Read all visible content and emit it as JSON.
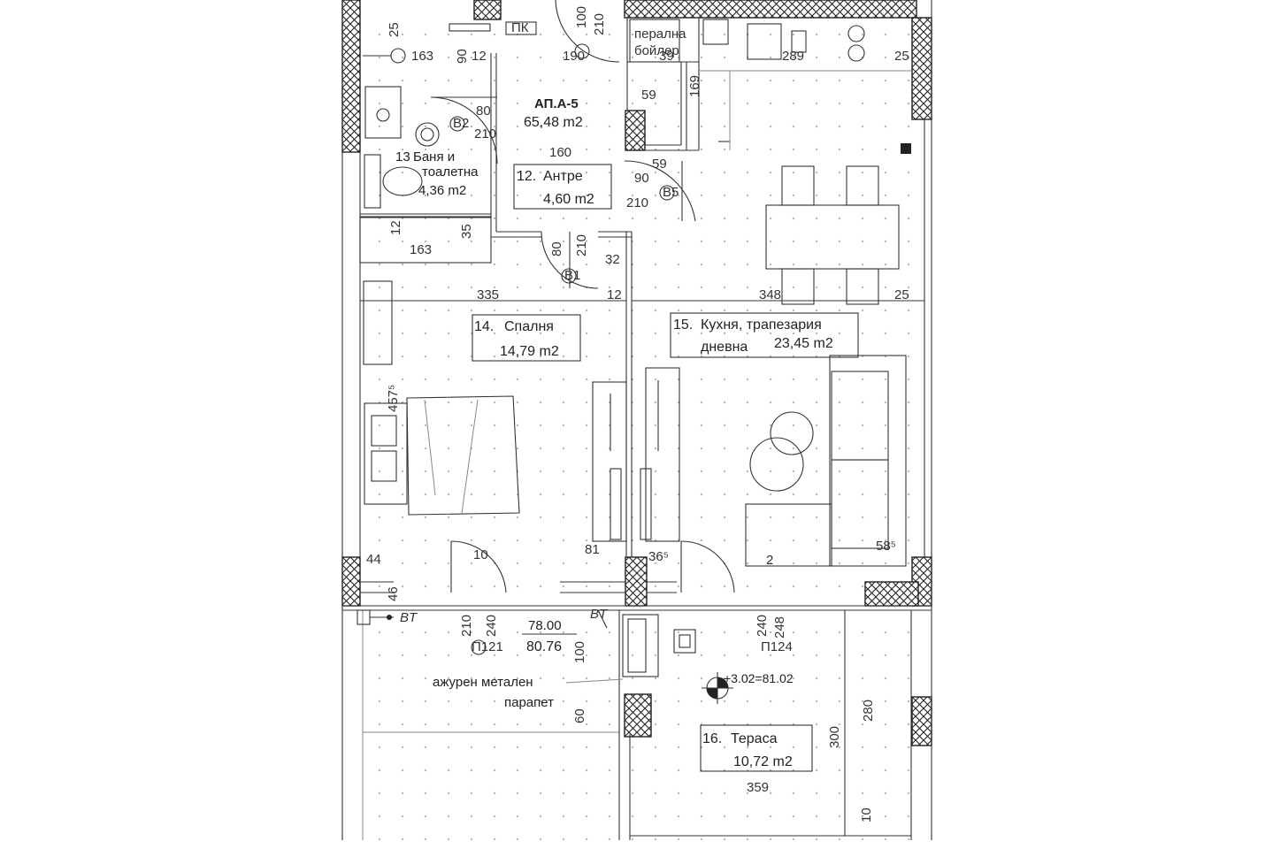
{
  "apartment": {
    "id": "АП.А-5",
    "area": "65,48 m2"
  },
  "rooms": {
    "bath": {
      "num": "13",
      "line1": "Баня и",
      "line2": "тоалетна",
      "area": "4,36 m2"
    },
    "hall": {
      "num": "12.",
      "name": "Антре",
      "area": "4,60 m2"
    },
    "bedroom": {
      "num": "14.",
      "name": "Спалня",
      "area": "14,79 m2"
    },
    "living": {
      "num": "15.",
      "line1": "Кухня, трапезария",
      "line2": "дневна",
      "area": "23,45 m2"
    },
    "terrace": {
      "num": "16.",
      "name": "Тераса",
      "area": "10,72 m2"
    }
  },
  "dimensions": {
    "d1": "25",
    "d2": "163",
    "d3": "90",
    "d4": "12",
    "d5": "100",
    "d6": "210",
    "d7": "190",
    "d8": "39",
    "d9": "289",
    "d10": "25",
    "d11": "59",
    "d12": "169",
    "d13": "80",
    "d14": "210",
    "d15": "160",
    "d16": "59",
    "d17": "90",
    "d18": "210",
    "d19": "12",
    "d20": "35",
    "d21": "163",
    "d22": "80",
    "d23": "210",
    "d24": "32",
    "d25": "12",
    "d26": "335",
    "d27": "348",
    "d28": "25",
    "d29": "457⁵",
    "d30": "10",
    "d31": "81",
    "d32": "36⁵",
    "d33": "2",
    "d34": "58⁵",
    "d35": "44",
    "d36": "46",
    "d37": "210",
    "d38": "240",
    "d39": "240",
    "d40": "248",
    "d41": "100",
    "d42": "60",
    "d43": "280",
    "d44": "300",
    "d45": "359",
    "d46": "10"
  },
  "door_tags": {
    "b2": "B2",
    "b5": "B5",
    "b1": "B1",
    "p121": "П121",
    "p124": "П124"
  },
  "equipment": {
    "pk": "ПК",
    "boiler_1": "перална",
    "boiler_2": "бойлер",
    "bt1": "BT",
    "bt2": "BT"
  },
  "levels": {
    "level_top": "78.00",
    "level_bottom": "80.76",
    "elevation": "+3.02=81.02"
  },
  "notes": {
    "parapet_1": "ажурен метален",
    "parapet_2": "парапет"
  },
  "colors": {
    "line": "#222222",
    "dots": "#b8b8b8",
    "background": "#ffffff"
  }
}
